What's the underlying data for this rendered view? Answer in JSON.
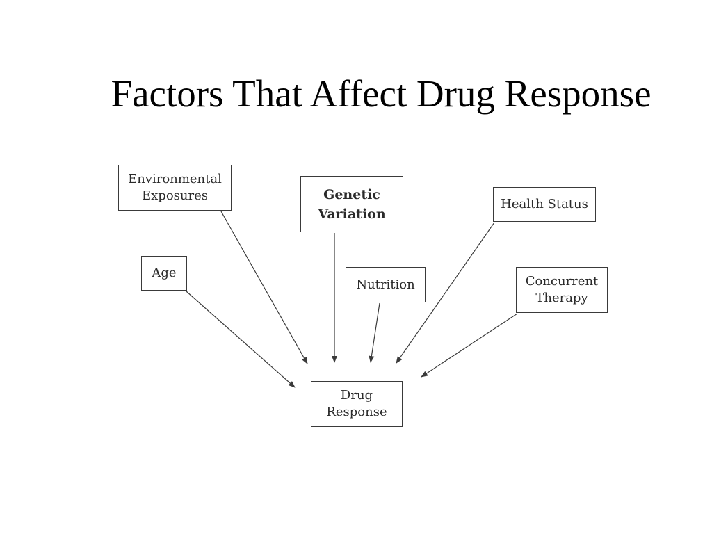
{
  "slide": {
    "title": "Factors That Affect Drug Response"
  },
  "diagram": {
    "nodes": {
      "environmental_exposures": "Environmental\nExposures",
      "genetic_variation": "Genetic\nVariation",
      "health_status": "Health Status",
      "age": "Age",
      "nutrition": "Nutrition",
      "concurrent_therapy": "Concurrent\nTherapy",
      "drug_response": "Drug\nResponse"
    },
    "edges": [
      {
        "from": "environmental_exposures",
        "to": "drug_response"
      },
      {
        "from": "genetic_variation",
        "to": "drug_response"
      },
      {
        "from": "health_status",
        "to": "drug_response"
      },
      {
        "from": "age",
        "to": "drug_response"
      },
      {
        "from": "nutrition",
        "to": "drug_response"
      },
      {
        "from": "concurrent_therapy",
        "to": "drug_response"
      }
    ],
    "colors": {
      "border": "#3a3a3a",
      "text": "#2a2a2a",
      "arrow": "#3a3a3a"
    }
  }
}
